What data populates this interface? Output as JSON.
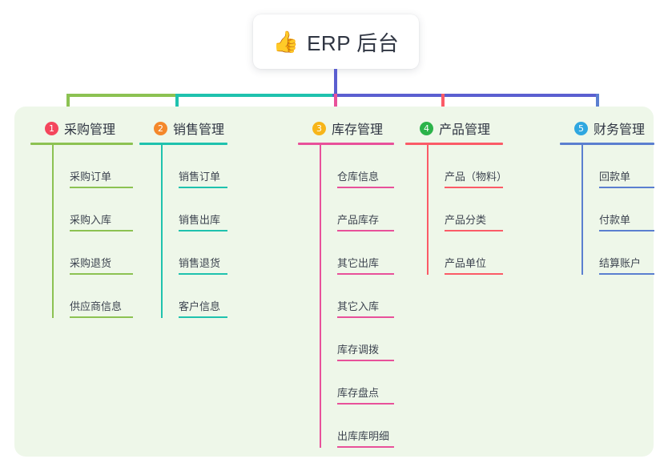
{
  "root": {
    "emoji": "👍",
    "emoji_name": "thumbs-up-icon",
    "title": "ERP 后台"
  },
  "palette": {
    "panel_bg": "#eef7e9",
    "page_bg": "#ffffff",
    "title_text": "#2f3542",
    "trunk": "#5b5fd0"
  },
  "columns": [
    {
      "index": "1",
      "title": "采购管理",
      "badge_color": "#f4465c",
      "line_color": "#8cc252",
      "drop_color": "#8cc252",
      "items": [
        "采购订单",
        "采购入库",
        "采购退货",
        "供应商信息"
      ]
    },
    {
      "index": "2",
      "title": "销售管理",
      "badge_color": "#f4882b",
      "line_color": "#1fc2ae",
      "drop_color": "#1fc2ae",
      "items": [
        "销售订单",
        "销售出库",
        "销售退货",
        "客户信息"
      ]
    },
    {
      "index": "3",
      "title": "库存管理",
      "badge_color": "#f7b519",
      "line_color": "#e8519a",
      "drop_color": "#e8519a",
      "items": [
        "仓库信息",
        "产品库存",
        "其它出库",
        "其它入库",
        "库存调拨",
        "库存盘点",
        "出库库明细"
      ]
    },
    {
      "index": "4",
      "title": "产品管理",
      "badge_color": "#2cb34a",
      "line_color": "#fb5b67",
      "drop_color": "#fb5b67",
      "items": [
        "产品（物料）",
        "产品分类",
        "产品单位"
      ]
    },
    {
      "index": "5",
      "title": "财务管理",
      "badge_color": "#2fa7e0",
      "line_color": "#5b7fd0",
      "drop_color": "#5b7fd0",
      "items": [
        "回款单",
        "付款单",
        "结算账户"
      ]
    }
  ],
  "connectors": {
    "bar_segments": [
      {
        "name": "bar-segment-green",
        "color": "#8cc252"
      },
      {
        "name": "bar-segment-teal",
        "color": "#1fc2ae"
      },
      {
        "name": "bar-segment-blue",
        "color": "#5b5fd0"
      }
    ]
  }
}
